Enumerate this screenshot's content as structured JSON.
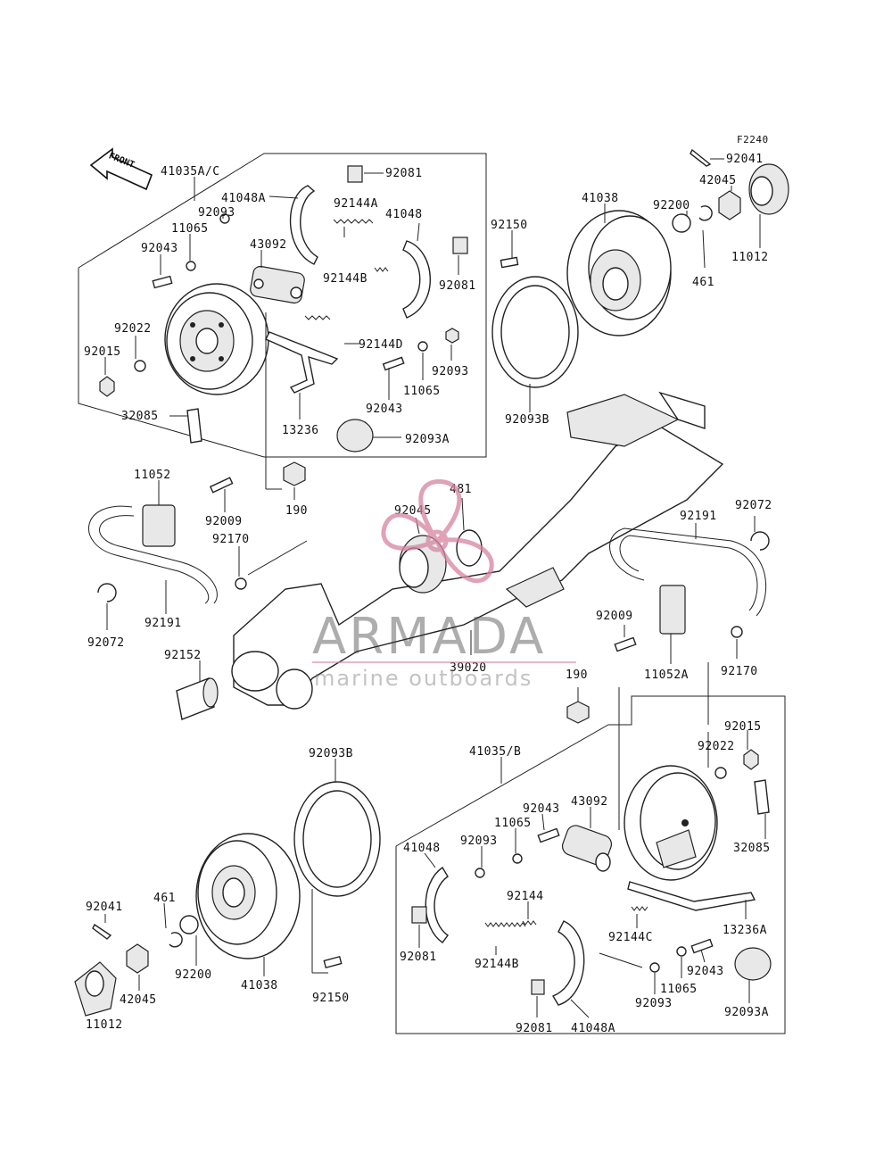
{
  "figure_code": "F2240",
  "front_label": "FRONT",
  "labels": {
    "l_41035ac": "41035A/C",
    "l_41048a_t": "41048A",
    "l_92093_t1": "92093",
    "l_11065_t1": "11065",
    "l_92043_t1": "92043",
    "l_43092_t": "43092",
    "l_92022_t": "92022",
    "l_92015_t": "92015",
    "l_32085_t": "32085",
    "l_92081_t1": "92081",
    "l_92144a": "92144A",
    "l_41048_t": "41048",
    "l_92144b_t": "92144B",
    "l_92081_t2": "92081",
    "l_92144d": "92144D",
    "l_92093_t2": "92093",
    "l_11065_t2": "11065",
    "l_92043_t2": "92043",
    "l_13236": "13236",
    "l_92093a_t": "92093A",
    "l_92150_t": "92150",
    "l_41038_t": "41038",
    "l_92200_t": "92200",
    "l_42045_t": "42045",
    "l_92041_t": "92041",
    "l_461_t": "461",
    "l_11012_t": "11012",
    "l_92093b_t": "92093B",
    "l_11052": "11052",
    "l_92009_l": "92009",
    "l_190_l": "190",
    "l_92170_l": "92170",
    "l_92191_l": "92191",
    "l_92072_l": "92072",
    "l_481": "481",
    "l_92045": "92045",
    "l_92191_r": "92191",
    "l_92072_r": "92072",
    "l_92009_r": "92009",
    "l_11052a": "11052A",
    "l_92170_r": "92170",
    "l_92152": "92152",
    "l_39020": "39020",
    "l_190_r": "190",
    "l_92093b_b": "92093B",
    "l_41035b": "41035/B",
    "l_92043_b1": "92043",
    "l_11065_b1": "11065",
    "l_43092_b": "43092",
    "l_92015_b": "92015",
    "l_92022_b": "92022",
    "l_41048_b": "41048",
    "l_92093_b1": "92093",
    "l_92144": "92144",
    "l_92081_b1": "92081",
    "l_92144b_b": "92144B",
    "l_92144c": "92144C",
    "l_13236a": "13236A",
    "l_32085_b": "32085",
    "l_92041_b": "92041",
    "l_461_b": "461",
    "l_92200_b": "92200",
    "l_41038_b": "41038",
    "l_92150_b": "92150",
    "l_42045_b": "42045",
    "l_11012_b": "11012",
    "l_92043_b2": "92043",
    "l_11065_b2": "11065",
    "l_92093_b2": "92093",
    "l_92093a_b": "92093A",
    "l_92081_b2": "92081",
    "l_41048a_b": "41048A"
  },
  "watermark": {
    "brand": "ARMADA",
    "tagline": "marine outboards",
    "accent_color": "#d6849f"
  }
}
